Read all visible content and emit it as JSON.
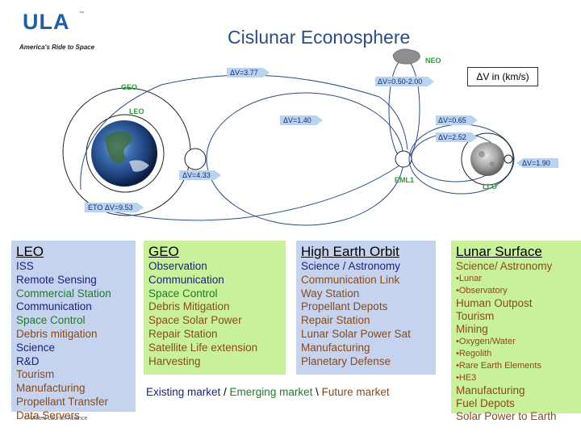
{
  "logo": {
    "text": "ULA",
    "tm": "™",
    "tagline": "America's Ride to Space"
  },
  "title": "Cislunar Econosphere",
  "legend_box": "ΔV in (km/s)",
  "diagram": {
    "nodes": {
      "geo": "GEO",
      "leo": "LEO",
      "neo": "NEO",
      "eml1": "EML1",
      "llo": "LLO"
    },
    "delta_v": {
      "eto": "ETO ΔV=9.53",
      "leo_geo": "ΔV=4.33",
      "geo_neo": "ΔV=3.77",
      "geo_eml1": "ΔV=1.40",
      "neo_eml1": "ΔV=0.50-2.00",
      "eml1_llo_a": "ΔV=0.65",
      "eml1_llo_b": "ΔV=2.52",
      "llo_surface": "ΔV=1.90"
    }
  },
  "panels": {
    "leo": {
      "title": "LEO",
      "items": [
        {
          "text": "ISS",
          "cat": "exist"
        },
        {
          "text": "Remote Sensing",
          "cat": "exist"
        },
        {
          "text": "Commercial Station",
          "cat": "emerg"
        },
        {
          "text": "Communication",
          "cat": "exist"
        },
        {
          "text": "Space Control",
          "cat": "emerg"
        },
        {
          "text": "Debris mitigation",
          "cat": "future"
        },
        {
          "text": "Science",
          "cat": "exist"
        },
        {
          "text": "R&D",
          "cat": "exist"
        },
        {
          "text": "Tourism",
          "cat": "future"
        },
        {
          "text": "Manufacturing",
          "cat": "future"
        },
        {
          "text": "Propellant Transfer",
          "cat": "future"
        },
        {
          "text": "Data Servers",
          "cat": "future"
        }
      ]
    },
    "geo": {
      "title": "GEO",
      "items": [
        {
          "text": "Observation",
          "cat": "exist"
        },
        {
          "text": "Communication",
          "cat": "exist"
        },
        {
          "text": "Space Control",
          "cat": "emerg"
        },
        {
          "text": "Debris Mitigation",
          "cat": "future"
        },
        {
          "text": "Space Solar Power",
          "cat": "future"
        },
        {
          "text": "Repair Station",
          "cat": "future"
        },
        {
          "text": "Satellite Life extension",
          "cat": "future"
        },
        {
          "text": "Harvesting",
          "cat": "future"
        }
      ]
    },
    "heo": {
      "title": "High Earth Orbit",
      "items": [
        {
          "text": "Science / Astronomy",
          "cat": "exist"
        },
        {
          "text": "Communication Link",
          "cat": "future"
        },
        {
          "text": "Way Station",
          "cat": "future"
        },
        {
          "text": "Propellant Depots",
          "cat": "future"
        },
        {
          "text": "Repair Station",
          "cat": "future"
        },
        {
          "text": "Lunar Solar Power Sat",
          "cat": "future"
        },
        {
          "text": "Manufacturing",
          "cat": "future"
        },
        {
          "text": "Planetary Defense",
          "cat": "future"
        }
      ]
    },
    "lunar": {
      "title": "Lunar Surface",
      "items": [
        {
          "text": "Science/ Astronomy",
          "cat": "future"
        },
        {
          "text": "•Lunar",
          "cat": "future",
          "small": true
        },
        {
          "text": "•Observatory",
          "cat": "future",
          "small": true
        },
        {
          "text": "Human Outpost",
          "cat": "future"
        },
        {
          "text": "Tourism",
          "cat": "future"
        },
        {
          "text": "Mining",
          "cat": "future"
        },
        {
          "text": "•Oxygen/Water",
          "cat": "future",
          "small": true
        },
        {
          "text": "•Regolith",
          "cat": "future",
          "small": true
        },
        {
          "text": "•Rare Earth Elements",
          "cat": "future",
          "small": true
        },
        {
          "text": "•HE3",
          "cat": "future",
          "small": true
        },
        {
          "text": "Manufacturing",
          "cat": "future"
        },
        {
          "text": "Fuel Depots",
          "cat": "future"
        },
        {
          "text": "Solar Power to Earth",
          "cat": "future"
        }
      ]
    }
  },
  "market_legend": {
    "existing": "Existing market",
    "sep1": " / ",
    "emerging": "Emerging market",
    "sep2": " \\ ",
    "future": "Future market"
  },
  "copyright": "© United Launch Alliance"
}
